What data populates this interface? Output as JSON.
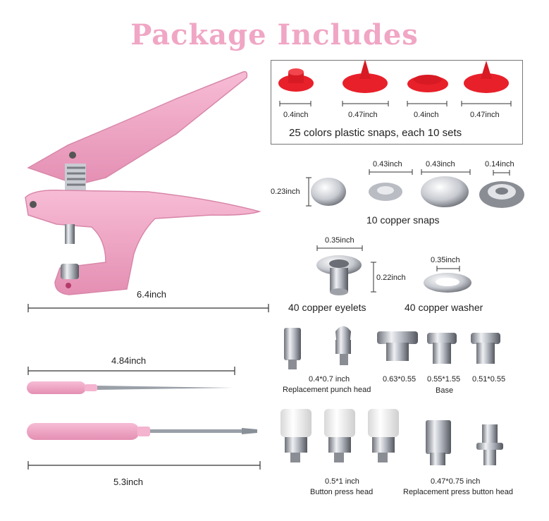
{
  "title": "Package Includes",
  "plastic_snaps": {
    "sizes": [
      "0.4inch",
      "0.47inch",
      "0.4inch",
      "0.47inch"
    ],
    "caption": "25 colors plastic snaps, each 10 sets",
    "color": "#e8202a"
  },
  "copper_snaps": {
    "height": "0.23inch",
    "sizes": [
      "0.43inch",
      "0.43inch",
      "0.14inch"
    ],
    "caption": "10 copper snaps"
  },
  "eyelets": {
    "width": "0.35inch",
    "height": "0.22inch",
    "caption": "40 copper eyelets"
  },
  "washer": {
    "width": "0.35inch",
    "caption": "40 copper washer"
  },
  "pliers": {
    "length": "6.4inch",
    "color": "#f2a6c6"
  },
  "awl": {
    "length": "4.84inch"
  },
  "screwdriver": {
    "length": "5.3inch"
  },
  "punch_heads": {
    "size": "0.4*0.7 inch",
    "caption": "Replacement punch head"
  },
  "bases": {
    "sizes": [
      "0.63*0.55",
      "0.55*1.55",
      "0.51*0.55"
    ],
    "caption": "Base"
  },
  "button_press": {
    "size": "0.5*1 inch",
    "caption": "Button press head"
  },
  "replacement_press": {
    "size": "0.47*0.75 inch",
    "caption": "Replacement press button head"
  }
}
